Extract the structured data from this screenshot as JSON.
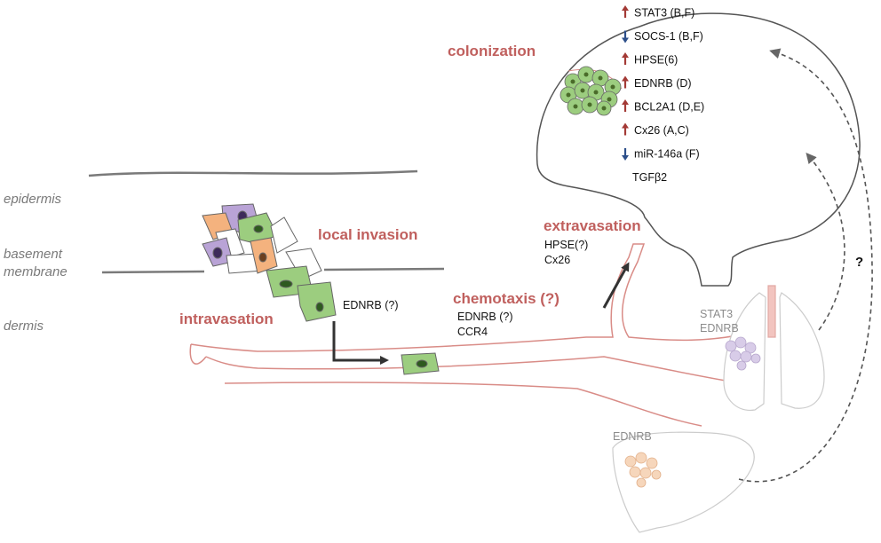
{
  "colors": {
    "step_label": "#c0605e",
    "vessel": "#d98c87",
    "up_arrow": "#a33a36",
    "down_arrow": "#2d4f8a",
    "green_cell": "#9ccd7f",
    "purple_cell": "#b9a3d6",
    "orange_cell": "#f4b27e",
    "nucleus": "#2e5a1f",
    "dashed_arrow": "#555555"
  },
  "layers": {
    "epidermis": "epidermis",
    "basement_line1": "basement",
    "basement_line2": "membrane",
    "dermis": "dermis"
  },
  "steps": {
    "local_invasion": "local invasion",
    "intravasation": "intravasation",
    "chemotaxis": "chemotaxis (?)",
    "extravasation": "extravasation",
    "colonization": "colonization"
  },
  "labels": {
    "intravasation_gene": "EDNRB (?)",
    "chemotaxis_genes": [
      "EDNRB (?)",
      "CCR4"
    ],
    "extravasation_genes": [
      "HPSE(?)",
      "Cx26"
    ]
  },
  "colonization_genes": [
    {
      "text": "STAT3 (B,F)",
      "direction": "up"
    },
    {
      "text": "SOCS-1 (B,F)",
      "direction": "down"
    },
    {
      "text": "HPSE(6)",
      "direction": "up"
    },
    {
      "text": "EDNRB (D)",
      "direction": "up"
    },
    {
      "text": "BCL2A1 (D,E)",
      "direction": "up"
    },
    {
      "text": "Cx26 (A,C)",
      "direction": "up"
    },
    {
      "text": "miR-146a (F)",
      "direction": "down"
    },
    {
      "text": "TGFβ2",
      "direction": "none"
    }
  ],
  "organs": {
    "lung_genes": [
      "STAT3",
      "EDNRB"
    ],
    "liver_gene": "EDNRB",
    "unknown_route": "?"
  }
}
